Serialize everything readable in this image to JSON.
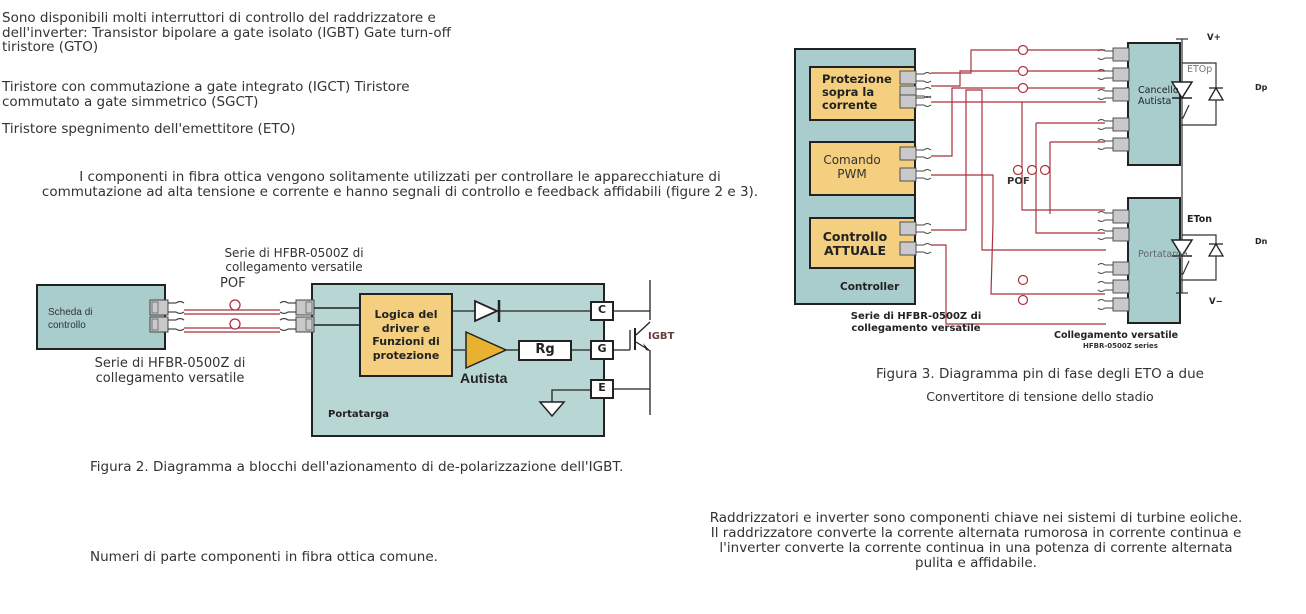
{
  "intro": {
    "para1": "Sono disponibili molti interruttori di controllo del raddrizzatore e dell'inverter: Transistor bipolare a gate isolato (IGBT) Gate turn-off tiristore (GTO)",
    "para2": "Tiristore con commutazione a gate integrato (IGCT) Tiristore commutato a gate simmetrico (SGCT)",
    "para3": "Tiristore spegnimento dell'emettitore (ETO)",
    "para4": "I componenti in fibra ottica vengono solitamente utilizzati per controllare le apparecchiature di commutazione ad alta tensione e corrente e hanno segnali di controllo e feedback affidabili (figure 2 e 3)."
  },
  "figure2": {
    "control_board": "Scheda di controllo",
    "top_label": "Serie di HFBR-0500Z di collegamento versatile",
    "pof": "POF",
    "bottom_label": "Serie di HFBR-0500Z di collegamento versatile",
    "logic_block": "Logica del driver e Funzioni di protezione",
    "resistor": "Rg",
    "driver": "Autista",
    "board": "Portatarga",
    "pin_c": "C",
    "pin_g": "G",
    "pin_e": "E",
    "igbt": "IGBT",
    "caption": "Figura 2. Diagramma a blocchi dell'azionamento di de-polarizzazione dell'IGBT."
  },
  "figure3": {
    "block_overcurrent": "Protezione sopra la corrente",
    "block_pwm": "Comando PWM",
    "block_current": "Controllo ATTUALE",
    "controller": "Controller",
    "left_label": "Serie di HFBR-0500Z di collegamento versatile",
    "pof": "POF",
    "gate_driver": "Cancello Autista",
    "board": "Portatarga",
    "right_label": "Collegamento versatile",
    "right_sublabel": "HFBR-0500Z series",
    "v_plus": "V+",
    "v_minus": "V−",
    "eto_p": "ETOp",
    "eto_n": "ETon",
    "dp": "Dp",
    "dn": "Dn",
    "caption_line1": "Figura 3. Diagramma pin di fase degli ETO a due",
    "caption_line2": "Convertitore di tensione dello stadio"
  },
  "footer": {
    "left": "Numeri di parte componenti in fibra ottica comune.",
    "right": "Raddrizzatori e inverter sono componenti chiave nei sistemi di turbine eoliche. Il raddrizzatore converte la corrente alternata rumorosa in corrente continua e l'inverter converte la corrente continua in una potenza di corrente alternata pulita e affidabile."
  },
  "colors": {
    "teal": "#a9cccc",
    "amber": "#f3cf7f",
    "fiber": "#a8323c",
    "driver_triangle": "#e7b22f"
  }
}
